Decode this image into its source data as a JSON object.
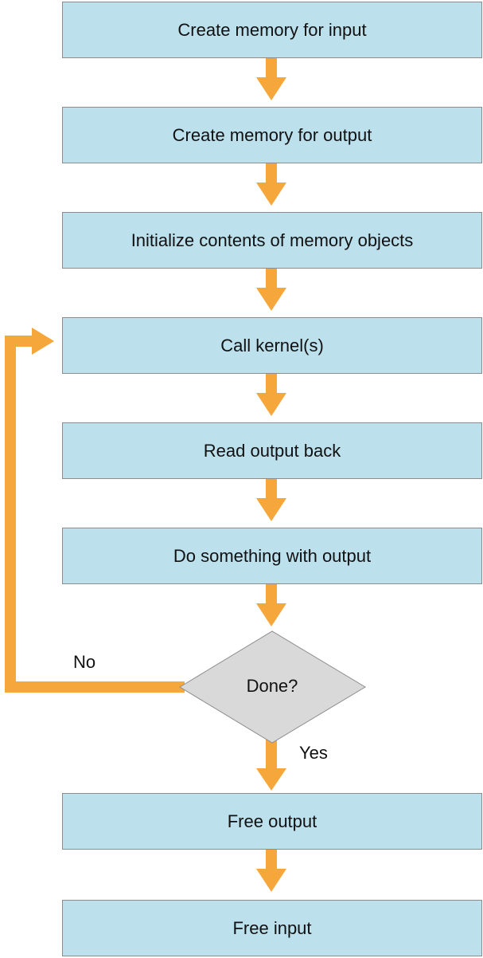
{
  "steps": [
    {
      "label": "Create memory for input"
    },
    {
      "label": "Create memory for output"
    },
    {
      "label": "Initialize contents of memory objects"
    },
    {
      "label": "Call kernel(s)"
    },
    {
      "label": "Read output back"
    },
    {
      "label": "Do something with output"
    }
  ],
  "decision": {
    "label": "Done?",
    "no_label": "No",
    "yes_label": "Yes"
  },
  "final_steps": [
    {
      "label": "Free output"
    },
    {
      "label": "Free input"
    }
  ],
  "colors": {
    "box_fill": "#bde0ed",
    "arrow": "#f6a73b",
    "decision_fill": "#d9d9d9"
  }
}
